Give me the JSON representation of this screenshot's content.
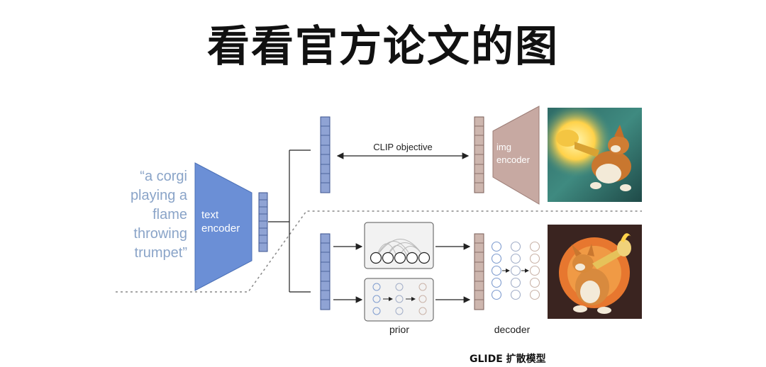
{
  "title": "看看官方论文的图",
  "prompt_lines": [
    "“a corgi",
    "playing a",
    "flame",
    "throwing",
    "trumpet”"
  ],
  "labels": {
    "text_encoder_line1": "text",
    "text_encoder_line2": "encoder",
    "clip_objective": "CLIP objective",
    "img_encoder_line1": "img",
    "img_encoder_line2": "encoder",
    "prior": "prior",
    "decoder": "decoder"
  },
  "caption": "GLIDE 扩散模型",
  "colors": {
    "text_encoder_fill": "#6b8fd6",
    "text_embedding_fill": "#8fa3d4",
    "img_encoder_fill": "#c7a9a2",
    "img_embedding_fill": "#cdb6ae",
    "prompt_text": "#8aa4c8",
    "dashed_line": "#888888"
  },
  "images": [
    {
      "name": "corgi-trumpet-clip-image",
      "description_icon": "corgi-image"
    },
    {
      "name": "corgi-trumpet-generated-image",
      "description_icon": "corgi-image"
    }
  ]
}
